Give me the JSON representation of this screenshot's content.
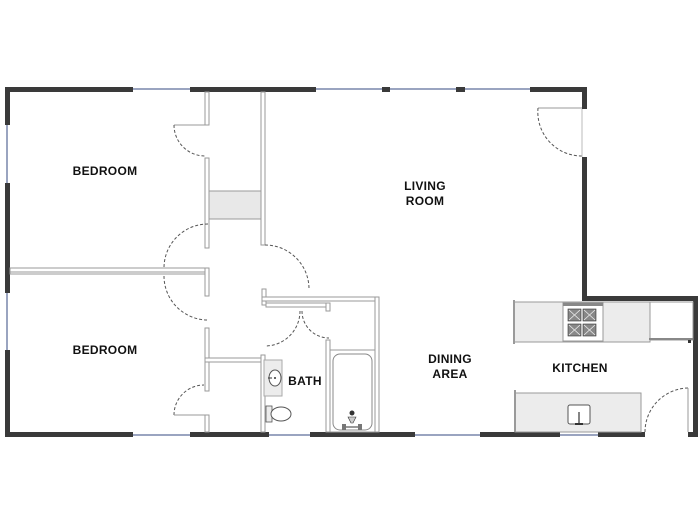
{
  "floorplan": {
    "colors": {
      "exterior_wall": "#3a3a3a",
      "interior_wall": "#9a9a9a",
      "window": "#9aa4c0",
      "fixture_fill": "#ececec",
      "door_swing": "#555555",
      "background": "#ffffff"
    },
    "rooms": [
      {
        "id": "bedroom-1",
        "label": "BEDROOM"
      },
      {
        "id": "bedroom-2",
        "label": "BEDROOM"
      },
      {
        "id": "living-room",
        "label": "LIVING\nROOM"
      },
      {
        "id": "bath",
        "label": "BATH"
      },
      {
        "id": "dining-area",
        "label": "DINING\nAREA"
      },
      {
        "id": "kitchen",
        "label": "KITCHEN"
      }
    ]
  }
}
